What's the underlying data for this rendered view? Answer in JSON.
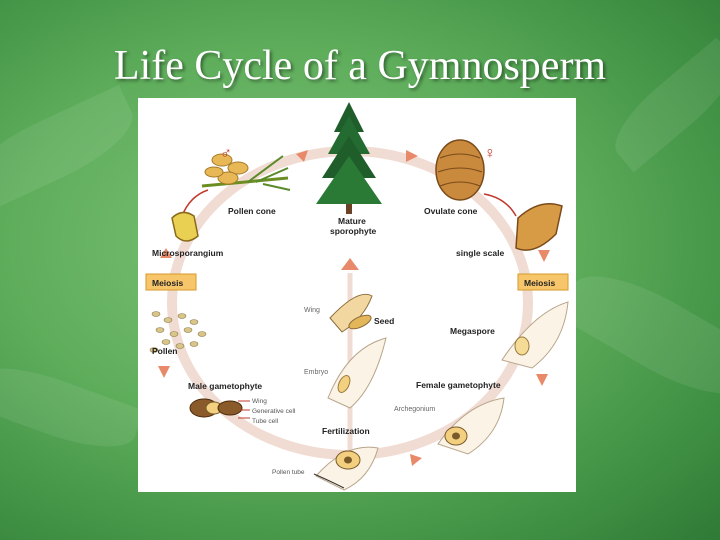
{
  "title": "Life Cycle of a Gymnosperm",
  "symbols": {
    "male": "♂",
    "female": "♀"
  },
  "labels": {
    "pollen_cone": "Pollen cone",
    "mature_sporophyte_1": "Mature",
    "mature_sporophyte_2": "sporophyte",
    "ovulate_cone": "Ovulate cone",
    "microsporangium": "Microsporangium",
    "single_scale": "single scale",
    "meiosis_left": "Meiosis",
    "meiosis_right": "Meiosis",
    "wing_top": "Wing",
    "seed": "Seed",
    "megaspore": "Megaspore",
    "pollen": "Pollen",
    "embryo": "Embryo",
    "male_gametophyte": "Male gametophyte",
    "female_gametophyte": "Female gametophyte",
    "wing_bottom": "Wing",
    "generative_cell": "Generative cell",
    "tube_cell": "Tube cell",
    "archegonium": "Archegonium",
    "fertilization": "Fertilization",
    "pollen_tube": "Pollen tube"
  },
  "colors": {
    "cycle_ring": "#f1dcd3",
    "arrow": "#e88a6a",
    "meiosis_box": "#f7c66b",
    "leader": "#c0392b",
    "symbol": "#c0392b"
  }
}
